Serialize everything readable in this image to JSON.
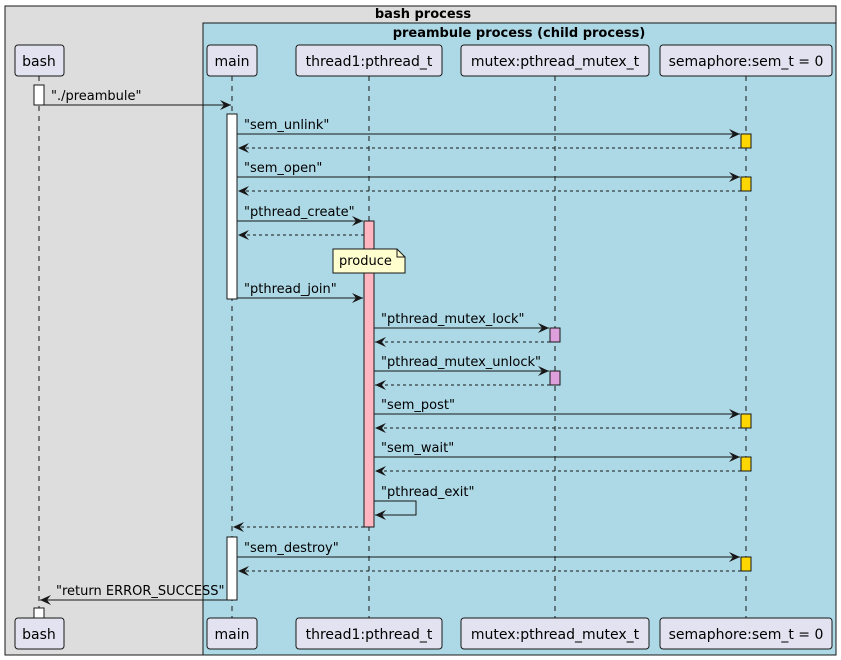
{
  "boxes": {
    "outer_title": "bash process",
    "inner_title": "preambule process (child process)"
  },
  "participants": {
    "bash": "bash",
    "main": "main",
    "thread1": "thread1:pthread_t",
    "mutex": "mutex:pthread_mutex_t",
    "semaphore": "semaphore:sem_t = 0"
  },
  "note": "produce",
  "messages": {
    "m1": "\"./preambule\"",
    "m2": "\"sem_unlink\"",
    "m3": "\"sem_open\"",
    "m4": "\"pthread_create\"",
    "m5": "\"pthread_join\"",
    "m6": "\"pthread_mutex_lock\"",
    "m7": "\"pthread_mutex_unlock\"",
    "m8": "\"sem_post\"",
    "m9": "\"sem_wait\"",
    "m10": "\"pthread_exit\"",
    "m11": "\"sem_destroy\"",
    "m12": "\"return ERROR_SUCCESS\""
  },
  "colors": {
    "outer_box": "#dddddd",
    "inner_box": "#add8e6",
    "participant_fill": "#e2e2f0",
    "participant_border": "#181818",
    "activation_main": "#ffffff",
    "activation_thread": "#ffb6c1",
    "activation_mutex": "#dda0dd",
    "activation_semaphore": "#ffd700",
    "note_fill": "#fefece"
  }
}
